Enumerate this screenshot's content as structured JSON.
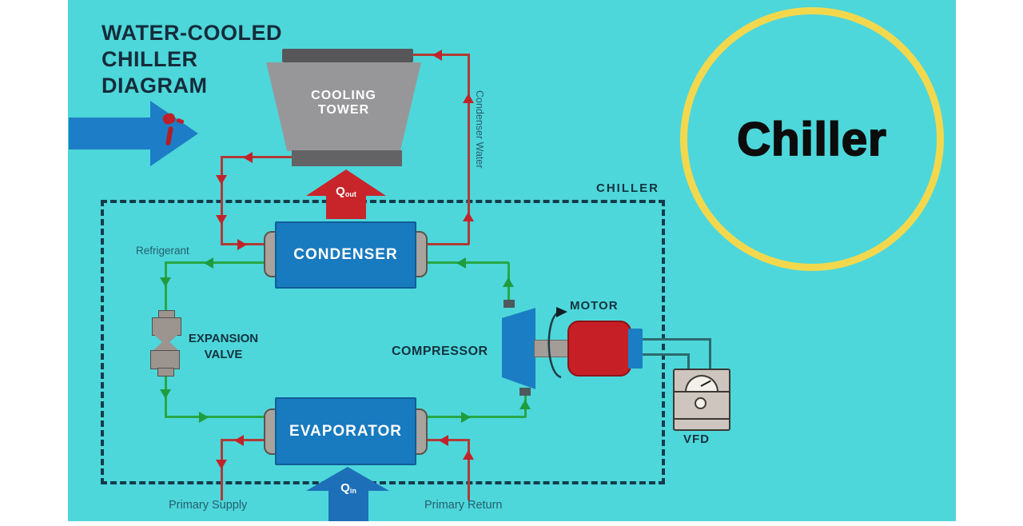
{
  "colors": {
    "background": "#4dd7da",
    "margin": "#ffffff",
    "component_blue": "#187abf",
    "motor_red": "#c62026",
    "water_line_red": "#b13a36",
    "arrow_red": "#c2232a",
    "refrigerant_green": "#28a746",
    "tower_gray": "#97979a",
    "badge_ring_yellow": "#f3d84d",
    "boundary_navy": "#133c4b",
    "qin_blue": "#1d6fb8"
  },
  "title": {
    "line1": "WATER-COOLED",
    "line2": "CHILLER",
    "line3": "DIAGRAM"
  },
  "badge": {
    "label": "Chiller"
  },
  "boundary": {
    "label": "CHILLER"
  },
  "components": {
    "cooling_tower": {
      "line1": "COOLING",
      "line2": "TOWER"
    },
    "condenser": {
      "label": "CONDENSER"
    },
    "evaporator": {
      "label": "EVAPORATOR"
    },
    "expansion_valve": {
      "line1": "EXPANSION",
      "line2": "VALVE"
    },
    "compressor": {
      "label": "COMPRESSOR"
    },
    "motor": {
      "label": "MOTOR"
    },
    "vfd": {
      "label": "VFD"
    }
  },
  "flow_labels": {
    "refrigerant": "Refrigerant",
    "condenser_water": "Condenser Water",
    "primary_supply": "Primary Supply",
    "primary_return": "Primary Return",
    "heat_out": {
      "symbol": "Q",
      "subscript": "out"
    },
    "heat_in": {
      "symbol": "Q",
      "subscript": "in"
    }
  }
}
